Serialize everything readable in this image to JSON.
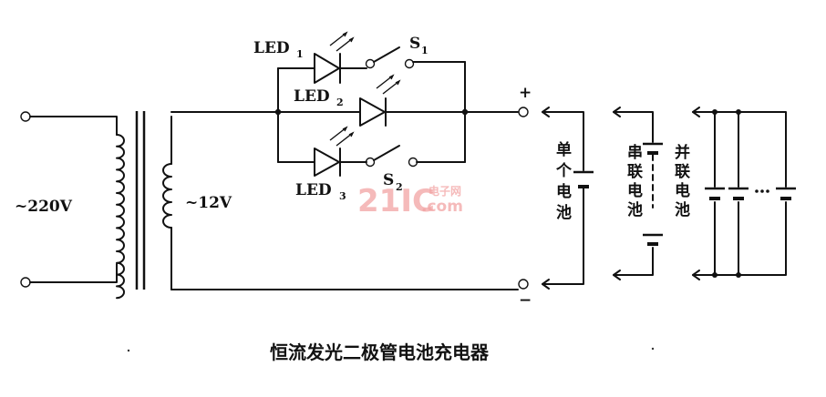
{
  "diagram": {
    "title": "恒流发光二极管电池充电器",
    "input_voltage": "~220V",
    "secondary_voltage": "~12V",
    "leds": [
      {
        "label": "LED",
        "sub": "1"
      },
      {
        "label": "LED",
        "sub": "2"
      },
      {
        "label": "LED",
        "sub": "3"
      }
    ],
    "switches": [
      {
        "label": "S",
        "sub": "1"
      },
      {
        "label": "S",
        "sub": "2"
      }
    ],
    "polarity": {
      "positive": "+",
      "negative": "−"
    },
    "battery_labels": {
      "single": "单个电池",
      "series": "串联电池",
      "parallel": "并联电池"
    },
    "watermark": {
      "main": "21IC",
      "cn": "电子网",
      "domain": ".com"
    }
  }
}
